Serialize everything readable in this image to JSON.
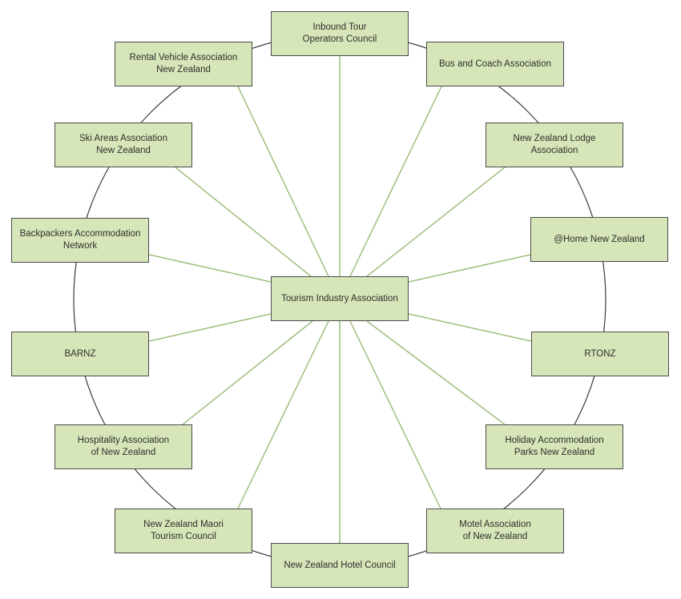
{
  "colors": {
    "box_fill": "#d6e6b8",
    "box_border": "#4b4b4b",
    "spoke": "#8fb56a",
    "ring": "#3a3a3a",
    "text": "#2e2e2e"
  },
  "center": {
    "id": "tia",
    "label": "Tourism Industry Association"
  },
  "nodes": [
    {
      "id": "itoc",
      "label": "Inbound Tour\nOperators Council"
    },
    {
      "id": "bus",
      "label": "Bus and Coach Association"
    },
    {
      "id": "lodge",
      "label": "New Zealand Lodge Association"
    },
    {
      "id": "home",
      "label": "@Home New Zealand"
    },
    {
      "id": "rtonz",
      "label": "RTONZ"
    },
    {
      "id": "holiday",
      "label": "Holiday Accommodation\nParks New Zealand"
    },
    {
      "id": "motel",
      "label": "Motel Association\nof New Zealand"
    },
    {
      "id": "hotel",
      "label": "New Zealand Hotel Council"
    },
    {
      "id": "maori",
      "label": "New Zealand Maori\nTourism Council"
    },
    {
      "id": "hosp",
      "label": "Hospitality Association\nof New Zealand"
    },
    {
      "id": "barnz",
      "label": "BARNZ"
    },
    {
      "id": "bpack",
      "label": "Backpackers Accommodation\nNetwork"
    },
    {
      "id": "ski",
      "label": "Ski Areas Association\nNew Zealand"
    },
    {
      "id": "rental",
      "label": "Rental Vehicle Association\nNew Zealand"
    }
  ]
}
